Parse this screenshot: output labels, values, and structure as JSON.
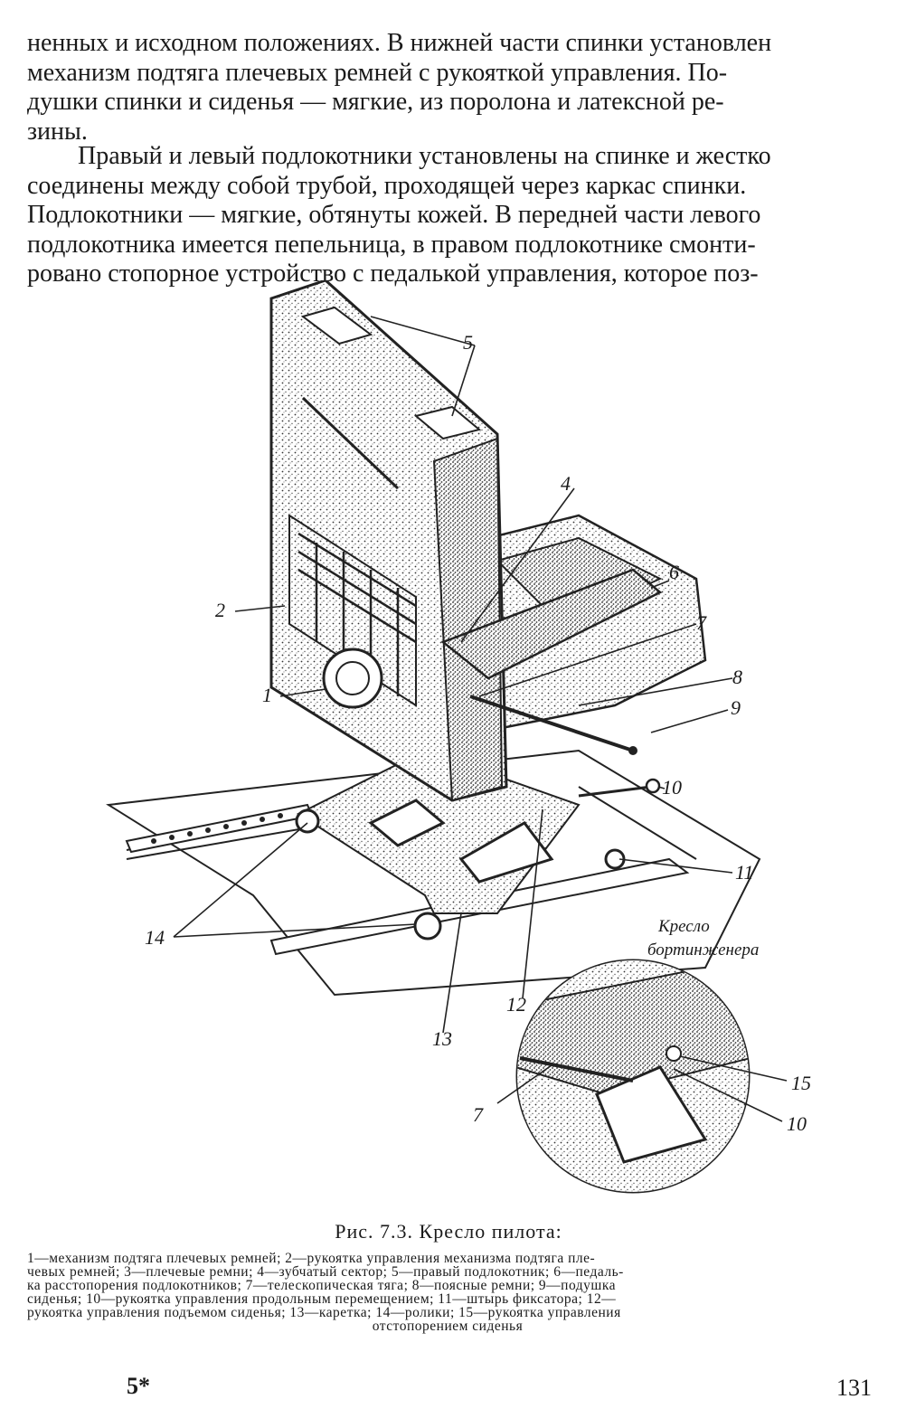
{
  "paragraph1": {
    "lines": [
      "ненных и исходном положениях. В нижней части спинки установлен",
      "механизм подтяга плечевых ремней с рукояткой  управления. По-",
      "душки спинки и сиденья — мягкие, из поролона  и латексной ре-",
      "зины."
    ]
  },
  "paragraph2": {
    "lines": [
      "Правый и левый подлокотники установлены на спинке и жестко",
      "соединены между собой трубой, проходящей через каркас  спинки.",
      "Подлокотники — мягкие, обтянуты кожей. В передней части левого",
      "подлокотника имеется пепельница, в правом подлокотнике смонти-",
      "ровано стопорное устройство с педалькой управления, которое поз-"
    ]
  },
  "figure": {
    "callouts": [
      "5",
      "4",
      "6",
      "7",
      "8",
      "9",
      "2",
      "1",
      "10",
      "11",
      "14",
      "12",
      "13"
    ],
    "inset_title_line1": "Кресло",
    "inset_title_line2": "бортинженера",
    "inset_callouts": [
      "15",
      "10",
      "7"
    ]
  },
  "caption": {
    "title": "Рис. 7.3. Кресло пилота:",
    "legend_lines": [
      "1—механизм подтяга плечевых ремней; 2—рукоятка управления механизма подтяга пле-",
      "чевых ремней; 3—плечевые ремни; 4—зубчатый сектор; 5—правый подлокотник; 6—педаль-",
      "ка расстопорения подлокотников; 7—телескопическая тяга; 8—поясные ремни; 9—подушка",
      "сиденья; 10—рукоятка управления продольным перемещением; 11—штырь фиксатора; 12—",
      "рукоятка управления подъемом сиденья; 13—каретка; 14—ролики; 15—рукоятка управления"
    ],
    "legend_last": "отстопорением сиденья"
  },
  "footer": {
    "signature": "5*",
    "page_number": "131"
  }
}
